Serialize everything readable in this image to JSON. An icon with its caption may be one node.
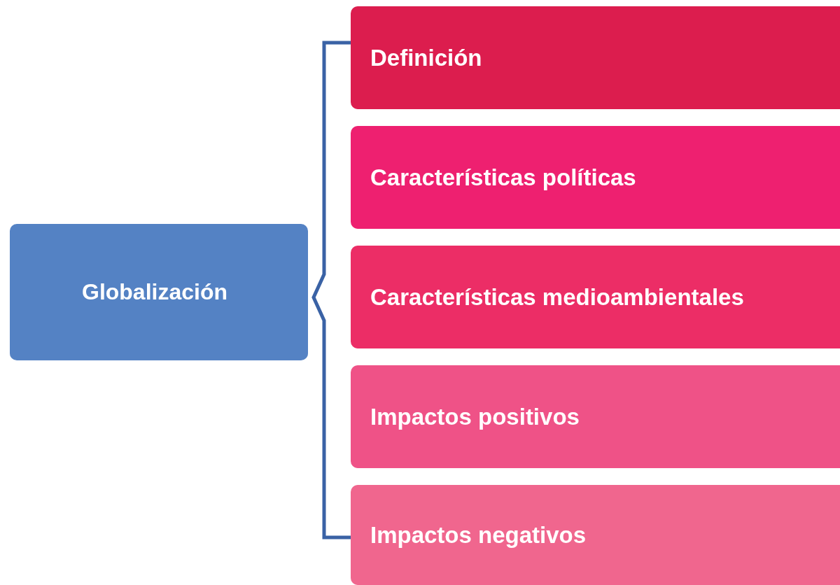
{
  "diagram": {
    "nodes": [
      {
        "text": [
          "Globalización"
        ]
      },
      {
        "text": [
          "Definición"
        ]
      },
      {
        "text": [
          "Características políticas"
        ]
      },
      {
        "text": [
          "Características medioambientales"
        ]
      },
      {
        "text": [
          "Impactos positivos"
        ]
      },
      {
        "text": [
          "Impactos negativos"
        ]
      }
    ]
  }
}
